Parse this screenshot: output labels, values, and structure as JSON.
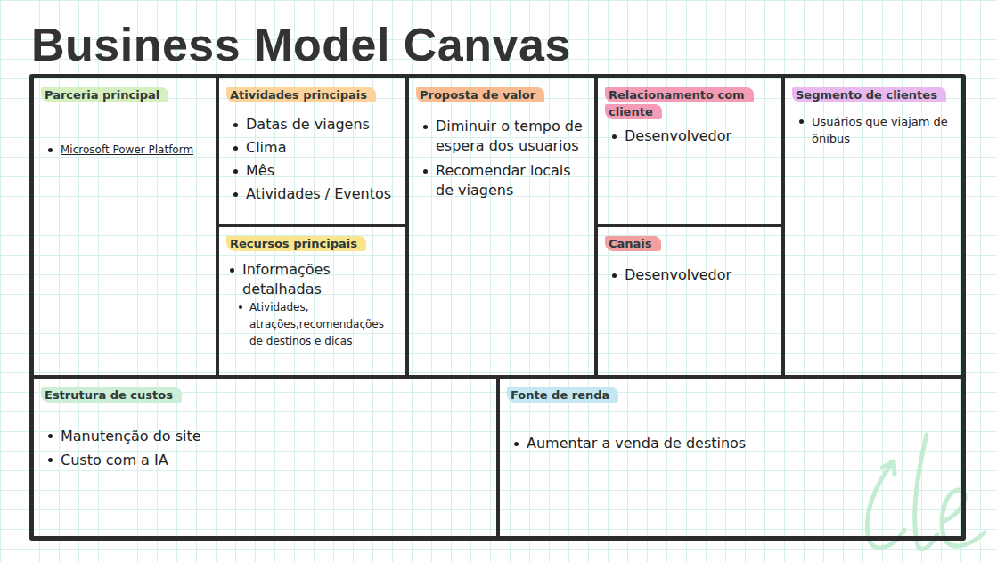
{
  "diagram": {
    "title": "Business Model Canvas",
    "nodes": [
      {
        "text": [
          "Parceria principal",
          "Microsoft Power Platform"
        ]
      },
      {
        "text": [
          "Atividades principais",
          "Datas de viagens",
          "Clima",
          "Mês",
          "Atividades / Eventos"
        ]
      },
      {
        "text": [
          "Recursos principais",
          "Informações detalhadas",
          "Atividades, atrações,recomendações de destinos e dicas"
        ]
      },
      {
        "text": [
          "Proposta de valor",
          "Diminuir o tempo de espera dos usuarios",
          "Recomendar locais de viagens"
        ]
      },
      {
        "text": [
          "Relacionamento com cliente",
          "Desenvolvedor"
        ]
      },
      {
        "text": [
          "Canais",
          "Desenvolvedor"
        ]
      },
      {
        "text": [
          "Segmento de clientes",
          "Usuários que viajam de ônibus"
        ]
      },
      {
        "text": [
          "Estrutura de custos",
          "Manutenção do site",
          "Custo com a IA"
        ]
      },
      {
        "text": [
          "Fonte de renda",
          "Aumentar a venda de destinos"
        ]
      }
    ]
  }
}
